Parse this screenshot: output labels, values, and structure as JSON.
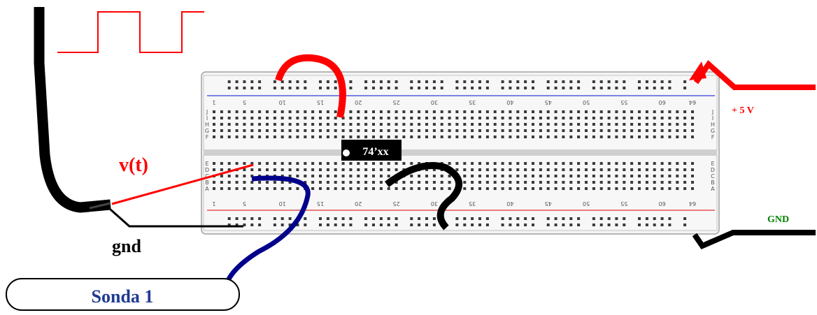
{
  "labels": {
    "vt": "v(t)",
    "gnd": "gnd",
    "plus5": "+ 5 V",
    "gnd_right": "GND",
    "chip": "74’xx",
    "probe": "Sonda 1"
  },
  "breadboard": {
    "row_letters_top": [
      "J",
      "I",
      "H",
      "G",
      "F"
    ],
    "row_letters_bottom": [
      "E",
      "D",
      "C",
      "B",
      "A"
    ],
    "column_numbers": [
      "1",
      "5",
      "10",
      "15",
      "20",
      "25",
      "30",
      "35",
      "40",
      "45",
      "50",
      "55",
      "60",
      "64"
    ]
  },
  "colors": {
    "signal_red": "#ff0000",
    "probe_blue": "#00008b",
    "wire_black": "#000000",
    "rail_blue": "#7b83e6",
    "rail_red": "#e87b7b",
    "gnd_label_green": "#008000",
    "probe_text_blue": "#1f3a93"
  }
}
